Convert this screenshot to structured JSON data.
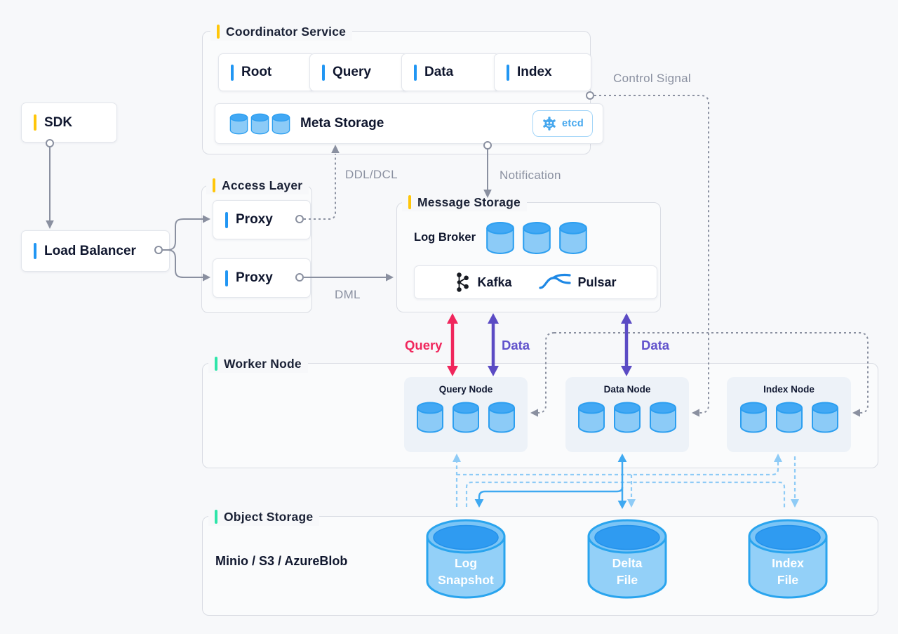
{
  "sdk": {
    "label": "SDK"
  },
  "load_balancer": {
    "label": "Load Balancer"
  },
  "coordinator": {
    "title": "Coordinator Service",
    "nodes": [
      {
        "label": "Root"
      },
      {
        "label": "Query"
      },
      {
        "label": "Data"
      },
      {
        "label": "Index"
      }
    ],
    "meta_storage": {
      "label": "Meta Storage",
      "badge": "etcd"
    }
  },
  "access_layer": {
    "title": "Access Layer",
    "proxies": [
      {
        "label": "Proxy"
      },
      {
        "label": "Proxy"
      }
    ]
  },
  "message_storage": {
    "title": "Message Storage",
    "log_broker": "Log Broker",
    "engines": [
      {
        "label": "Kafka"
      },
      {
        "label": "Pulsar"
      }
    ]
  },
  "worker": {
    "title": "Worker Node",
    "nodes": [
      {
        "label": "Query Node"
      },
      {
        "label": "Data Node"
      },
      {
        "label": "Index Node"
      }
    ]
  },
  "object_storage": {
    "title": "Object Storage",
    "providers": "Minio / S3 / AzureBlob",
    "stores": [
      {
        "line1": "Log",
        "line2": "Snapshot"
      },
      {
        "line1": "Delta",
        "line2": "File"
      },
      {
        "line1": "Index",
        "line2": "File"
      }
    ]
  },
  "edge_labels": {
    "control_signal": "Control Signal",
    "ddl_dcl": "DDL/DCL",
    "notification": "Notification",
    "dml": "DML",
    "query": "Query",
    "data_ingest": "Data",
    "data_sync": "Data"
  },
  "colors": {
    "accent_yellow": "#ffc60a",
    "accent_blue": "#2196f3",
    "accent_green": "#2ee5a9",
    "query_arrow": "#f0265c",
    "data_arrow": "#5b4bc4",
    "control_gray": "#8a90a0",
    "storage_blue_solid": "#3fa9f1",
    "storage_blue_dashed": "#8ecbf6",
    "cylinder_blue": "#2f9bf1"
  }
}
